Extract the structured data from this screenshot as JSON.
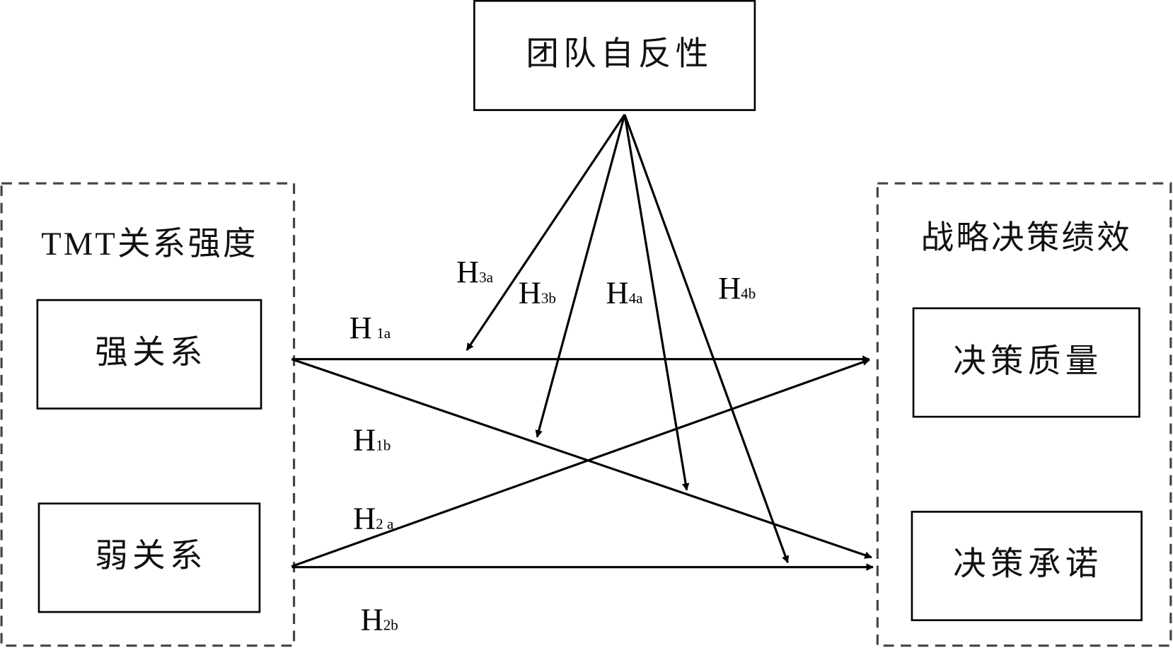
{
  "moderator": {
    "label": "团队自反性"
  },
  "independent": {
    "title": "TMT关系强度",
    "items": [
      {
        "label": "强关系"
      },
      {
        "label": "弱关系"
      }
    ]
  },
  "dependent": {
    "title": "战略决策绩效",
    "items": [
      {
        "label": "决策质量"
      },
      {
        "label": "决策承诺"
      }
    ]
  },
  "hypotheses": [
    {
      "main": "H",
      "sub": "1a"
    },
    {
      "main": "H",
      "sub": "1b"
    },
    {
      "main": "H",
      "sub": "2 a"
    },
    {
      "main": "H",
      "sub": "2b"
    },
    {
      "main": "H",
      "sub": "3a"
    },
    {
      "main": "H",
      "sub": "3b"
    },
    {
      "main": "H",
      "sub": "4a"
    },
    {
      "main": "H",
      "sub": "4b"
    }
  ]
}
